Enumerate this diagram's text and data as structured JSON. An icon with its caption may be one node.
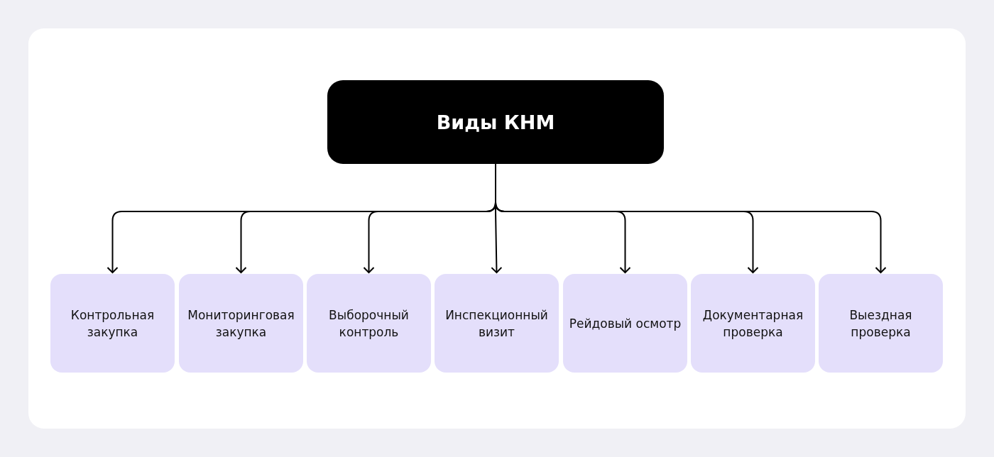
{
  "diagram": {
    "nodes": [
      {
        "text": [
          "Виды КНМ"
        ]
      },
      {
        "text": [
          "Контрольная закупка"
        ]
      },
      {
        "text": [
          "Мониторинговая закупка"
        ]
      },
      {
        "text": [
          "Выборочный контроль"
        ]
      },
      {
        "text": [
          "Инспекционный визит"
        ]
      },
      {
        "text": [
          "Рейдовый осмотр"
        ]
      },
      {
        "text": [
          "Документарная проверка"
        ]
      },
      {
        "text": [
          "Выездная проверка"
        ]
      }
    ],
    "edges": [
      {
        "from": 0,
        "to": 1,
        "arrow": "to"
      },
      {
        "from": 0,
        "to": 2,
        "arrow": "to"
      },
      {
        "from": 0,
        "to": 3,
        "arrow": "to"
      },
      {
        "from": 0,
        "to": 4,
        "arrow": "to"
      },
      {
        "from": 0,
        "to": 5,
        "arrow": "to"
      },
      {
        "from": 0,
        "to": 6,
        "arrow": "to"
      },
      {
        "from": 0,
        "to": 7,
        "arrow": "to"
      }
    ]
  }
}
